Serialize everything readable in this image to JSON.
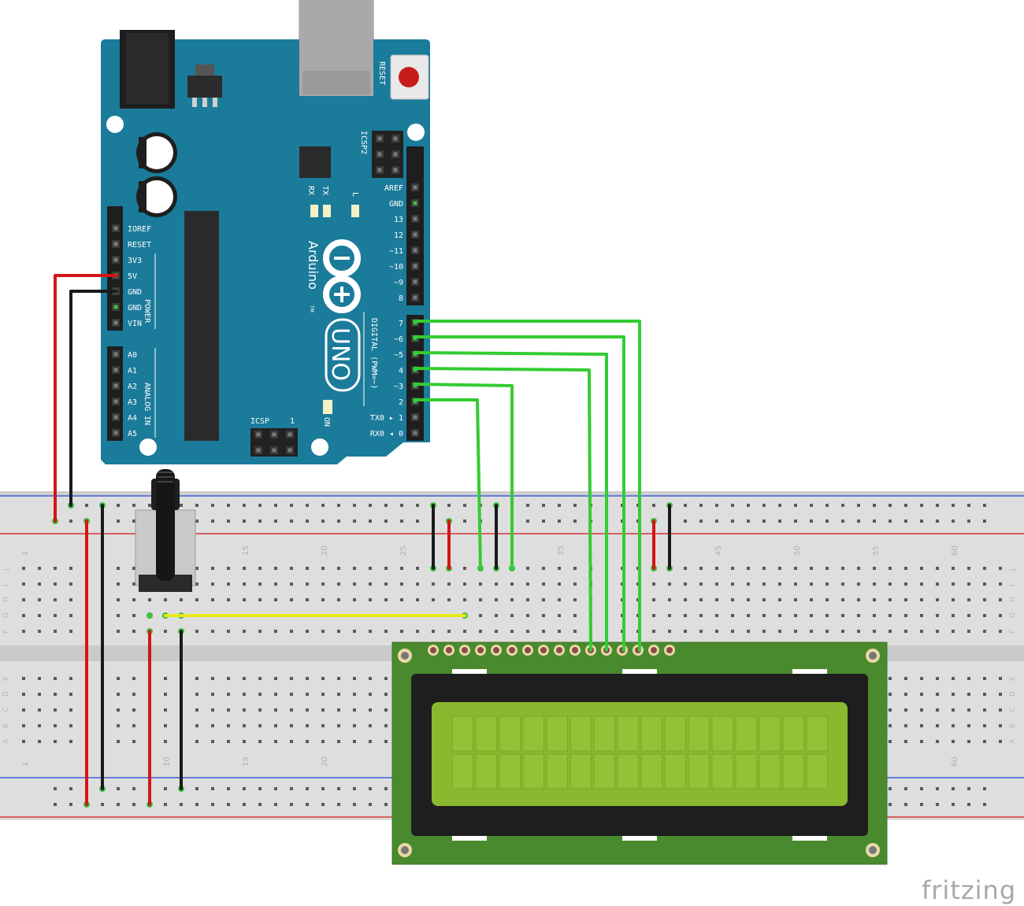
{
  "board": {
    "name_uno": "UNO",
    "name_arduino": "Arduino",
    "tm": "TM",
    "reset": "RESET",
    "icsp2": "ICSP2",
    "icsp": "ICSP",
    "icsp_one": "1",
    "on": "ON",
    "tx": "TX",
    "rx": "RX",
    "l": "L",
    "power_group": "POWER",
    "analog_group": "ANALOG IN",
    "digital_group": "DIGITAL (PWM=~)",
    "power_pins": [
      "IOREF",
      "RESET",
      "3V3",
      "5V",
      "GND",
      "GND",
      "VIN"
    ],
    "analog_pins": [
      "A0",
      "A1",
      "A2",
      "A3",
      "A4",
      "A5"
    ],
    "digital_pins": [
      "AREF",
      "GND",
      "13",
      "12",
      "~11",
      "~10",
      "~9",
      "8",
      "7",
      "~6",
      "~5",
      "4",
      "~3",
      "2",
      "TX0 ▸ 1",
      "RX0 ◂ 0"
    ]
  },
  "breadboard": {
    "rows_top": [
      "J",
      "I",
      "H",
      "G",
      "F"
    ],
    "rows_bottom": [
      "E",
      "D",
      "C",
      "B",
      "A"
    ],
    "col_numbers_top": [
      "1",
      "15",
      "20",
      "25",
      "35",
      "45",
      "50",
      "55",
      "60"
    ],
    "col_numbers_bottom": [
      "1",
      "10",
      "15",
      "20",
      "60"
    ]
  },
  "brand": "fritzing",
  "colors": {
    "board": "#1b7b9a",
    "wire_power": "#d41515",
    "wire_ground": "#1a1a1a",
    "wire_data": "#33cc33",
    "wire_contrast": "#e8e81a",
    "lcd_pcb": "#4a8a2e",
    "lcd_screen": "#8ab82e"
  }
}
